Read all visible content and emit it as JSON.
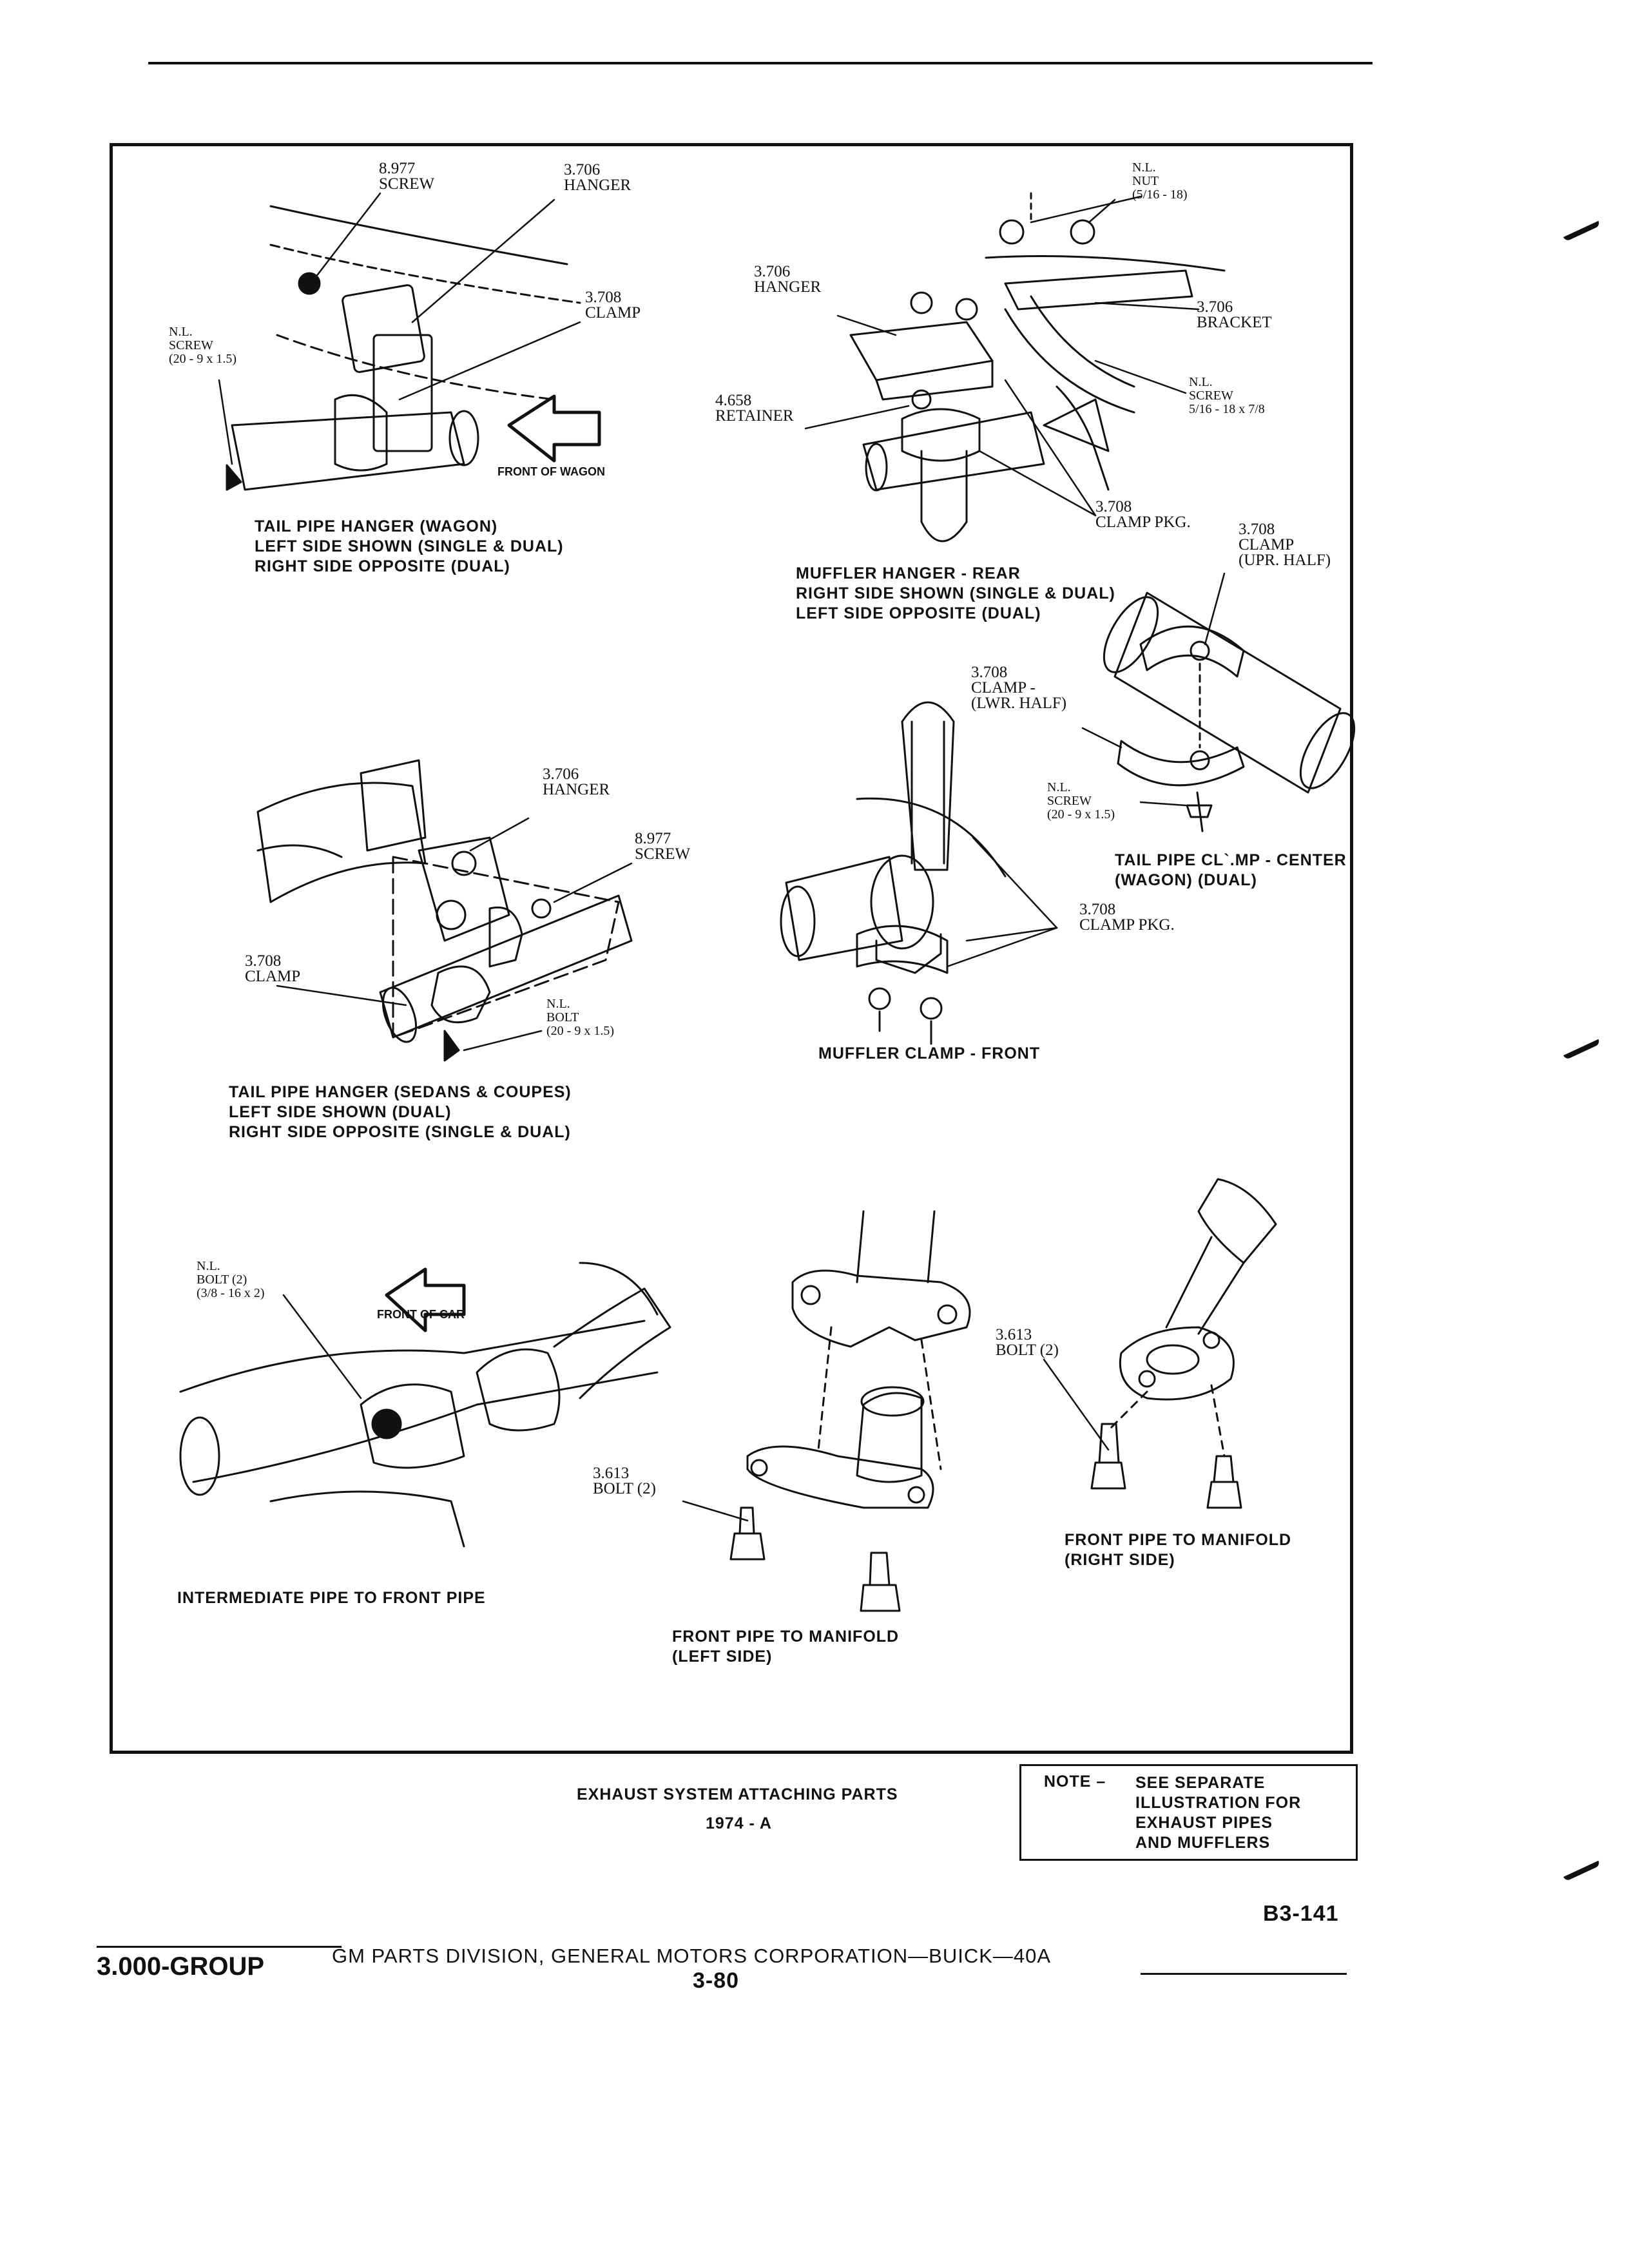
{
  "labels": {
    "tp_wagon_screw": "8.977\nSCREW",
    "tp_wagon_hanger": "3.706\nHANGER",
    "tp_wagon_clamp": "3.708\nCLAMP",
    "tp_wagon_nl_screw": "N.L.\nSCREW\n(20 - 9 x 1.5)",
    "front_of_wagon": "FRONT OF WAGON",
    "mh_nut": "N.L.\nNUT\n(5/16 - 18)",
    "mh_hanger": "3.706\nHANGER",
    "mh_bracket": "3.706\nBRACKET",
    "mh_nl_screw": "N.L.\nSCREW\n5/16 - 18 x 7/8",
    "mh_retainer": "4.658\nRETAINER",
    "mh_clamp_pkg": "3.708\nCLAMP PKG.",
    "tc_upr_clamp": "3.708\nCLAMP\n(UPR. HALF)",
    "tc_lwr_clamp": "3.708\nCLAMP -\n(LWR. HALF)",
    "tc_nl_screw": "N.L.\nSCREW\n(20 - 9 x 1.5)",
    "tp_sedan_hanger": "3.706\nHANGER",
    "tp_sedan_screw": "8.977\nSCREW",
    "tp_sedan_clamp": "3.708\nCLAMP",
    "tp_sedan_nl_bolt": "N.L.\nBOLT\n(20 - 9 x 1.5)",
    "mc_clamp_pkg": "3.708\nCLAMP PKG.",
    "ip_nl_bolt": "N.L.\nBOLT (2)\n(3/8 - 16 x 2)",
    "front_of_car": "FRONT OF CAR",
    "fl_bolt": "3.613\nBOLT (2)",
    "fr_bolt": "3.613\nBOLT (2)"
  },
  "captions": {
    "tail_pipe_wagon": "TAIL PIPE HANGER (WAGON)\nLEFT SIDE SHOWN (SINGLE & DUAL)\nRIGHT SIDE OPPOSITE (DUAL)",
    "muffler_hanger_rear": "MUFFLER HANGER - REAR\nRIGHT SIDE SHOWN (SINGLE & DUAL)\nLEFT SIDE OPPOSITE (DUAL)",
    "tail_pipe_clamp_center": "TAIL PIPE CL`.MP - CENTER\n(WAGON) (DUAL)",
    "tail_pipe_sedan": "TAIL PIPE HANGER (SEDANS & COUPES)\nLEFT SIDE SHOWN (DUAL)\nRIGHT SIDE OPPOSITE (SINGLE & DUAL)",
    "muffler_clamp_front": "MUFFLER CLAMP - FRONT",
    "intermediate_pipe": "INTERMEDIATE PIPE TO FRONT PIPE",
    "front_pipe_left": "FRONT PIPE TO MANIFOLD\n(LEFT SIDE)",
    "front_pipe_right": "FRONT PIPE TO MANIFOLD\n(RIGHT SIDE)"
  },
  "title": {
    "line1": "EXHAUST SYSTEM ATTACHING PARTS",
    "line2": "1974 - A"
  },
  "note": {
    "label": "NOTE –",
    "text": "SEE SEPARATE\nILLUSTRATION FOR\nEXHAUST PIPES\nAND MUFFLERS"
  },
  "footer": {
    "plate": "B3-141",
    "group": "3.000-GROUP",
    "division": "GM PARTS DIVISION, GENERAL MOTORS CORPORATION—BUICK—40A",
    "page": "3-80"
  }
}
